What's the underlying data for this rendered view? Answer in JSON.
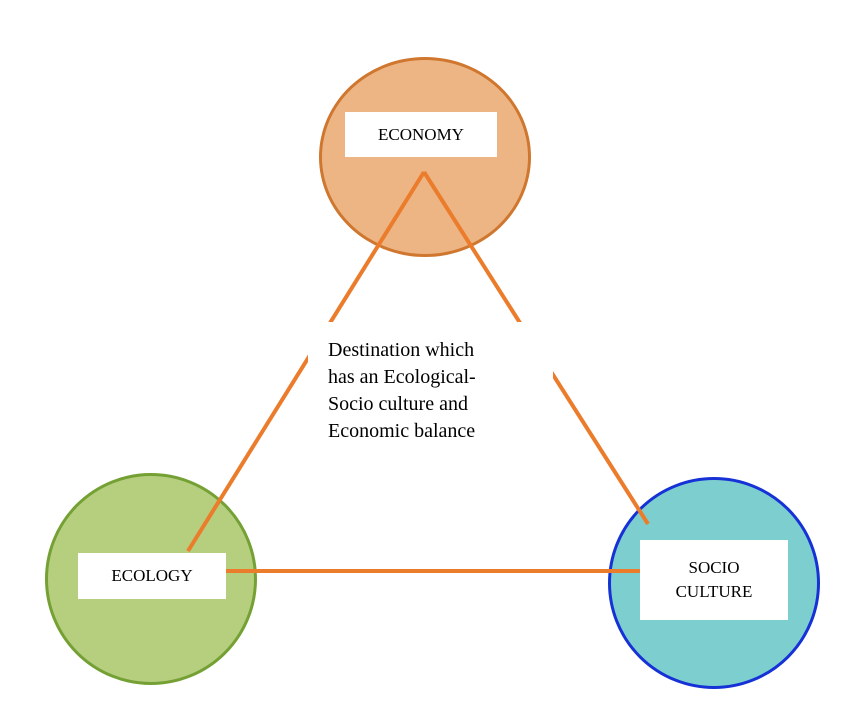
{
  "diagram": {
    "colors": {
      "economy_fill": "#EDB584",
      "economy_stroke": "#D0772F",
      "ecology_fill": "#B5CF7F",
      "ecology_stroke": "#74A034",
      "socio_fill": "#7DCFCF",
      "socio_stroke": "#1632D6",
      "connector": "#EB7C2C",
      "background": "#FFFFFF"
    },
    "nodes": {
      "economy": {
        "label": "ECONOMY"
      },
      "ecology": {
        "label": "ECOLOGY"
      },
      "socio": {
        "label": "SOCIO\nCULTURE"
      }
    },
    "center": {
      "label": "Destination which\nhas an Ecological-\nSocio culture and\nEconomic balance"
    }
  }
}
